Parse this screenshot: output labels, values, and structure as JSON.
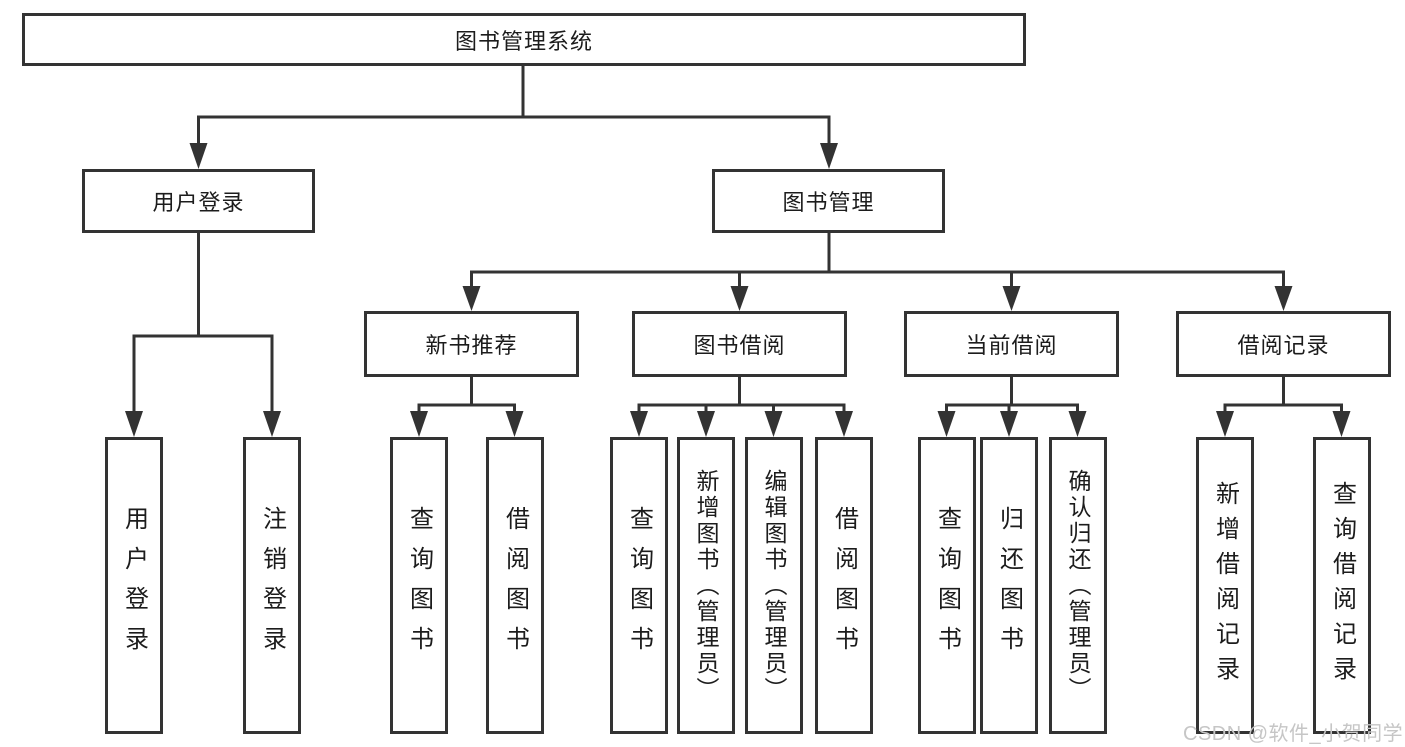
{
  "diagram_title": "图书管理系统",
  "watermark": "CSDN @软件_小贺同学",
  "tree": {
    "root": {
      "label": "图书管理系统"
    },
    "branches": [
      {
        "label": "用户登录",
        "children": [
          "用户登录",
          "注销登录"
        ]
      },
      {
        "label": "图书管理",
        "groups": [
          {
            "label": "新书推荐",
            "children": [
              "查询图书",
              "借阅图书"
            ]
          },
          {
            "label": "图书借阅",
            "children": [
              "查询图书",
              "新增图书（管理员）",
              "编辑图书（管理员）",
              "借阅图书"
            ]
          },
          {
            "label": "当前借阅",
            "children": [
              "查询图书",
              "归还图书",
              "确认归还（管理员）"
            ]
          },
          {
            "label": "借阅记录",
            "children": [
              "新增借阅记录",
              "查询借阅记录"
            ]
          }
        ]
      }
    ]
  },
  "style": {
    "line_color": "#333333",
    "box_border_color": "#333333",
    "text_color": "#1c1c1c",
    "watermark_color": "#c6c6c6",
    "background_color": "#ffffff"
  }
}
